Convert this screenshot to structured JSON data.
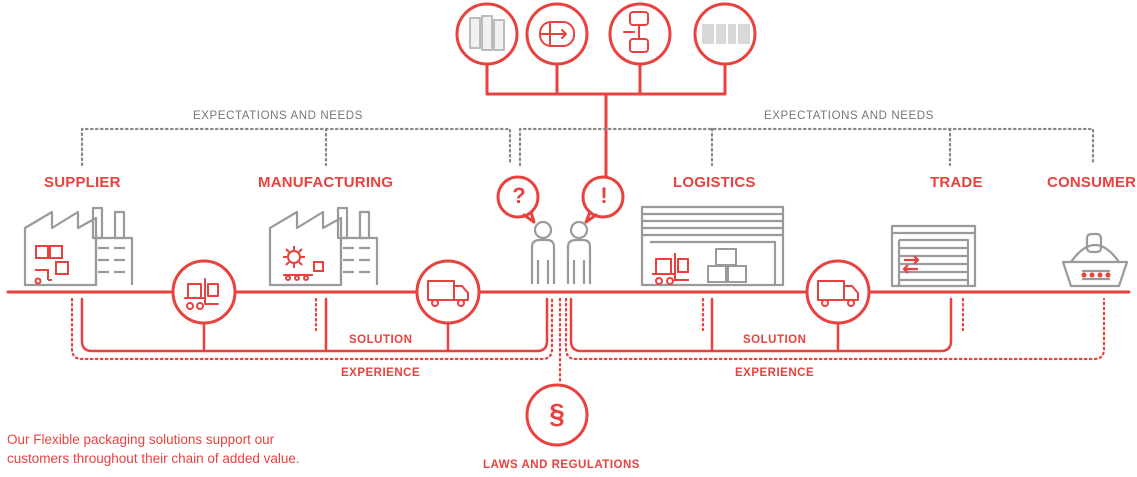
{
  "labels": {
    "supplier": "SUPPLIER",
    "manufacturing": "MANUFACTURING",
    "logistics": "LOGISTICS",
    "trade": "TRADE",
    "consumer": "CONSUMER",
    "expectations_left": "EXPECTATIONS AND NEEDS",
    "expectations_right": "EXPECTATIONS AND NEEDS",
    "solution_left": "SOLUTION",
    "solution_right": "SOLUTION",
    "experience_left": "EXPERIENCE",
    "experience_right": "EXPERIENCE",
    "laws": "LAWS AND REGULATIONS",
    "question_mark": "?",
    "exclamation_mark": "!",
    "section_sign": "§"
  },
  "tagline": "Our Flexible packaging solutions support our customers throughout their chain of added value.",
  "colors": {
    "accent": "#e8413e",
    "grey": "#777777"
  },
  "icons": [
    "film-rolls-icon",
    "bag-seal-icon",
    "pouch-process-icon",
    "packaging-text-icon",
    "forklift-icon",
    "truck-icon",
    "question-bubble-icon",
    "exclamation-bubble-icon",
    "section-icon",
    "factory-icon",
    "warehouse-icon",
    "store-icon",
    "shopping-basket-icon"
  ]
}
